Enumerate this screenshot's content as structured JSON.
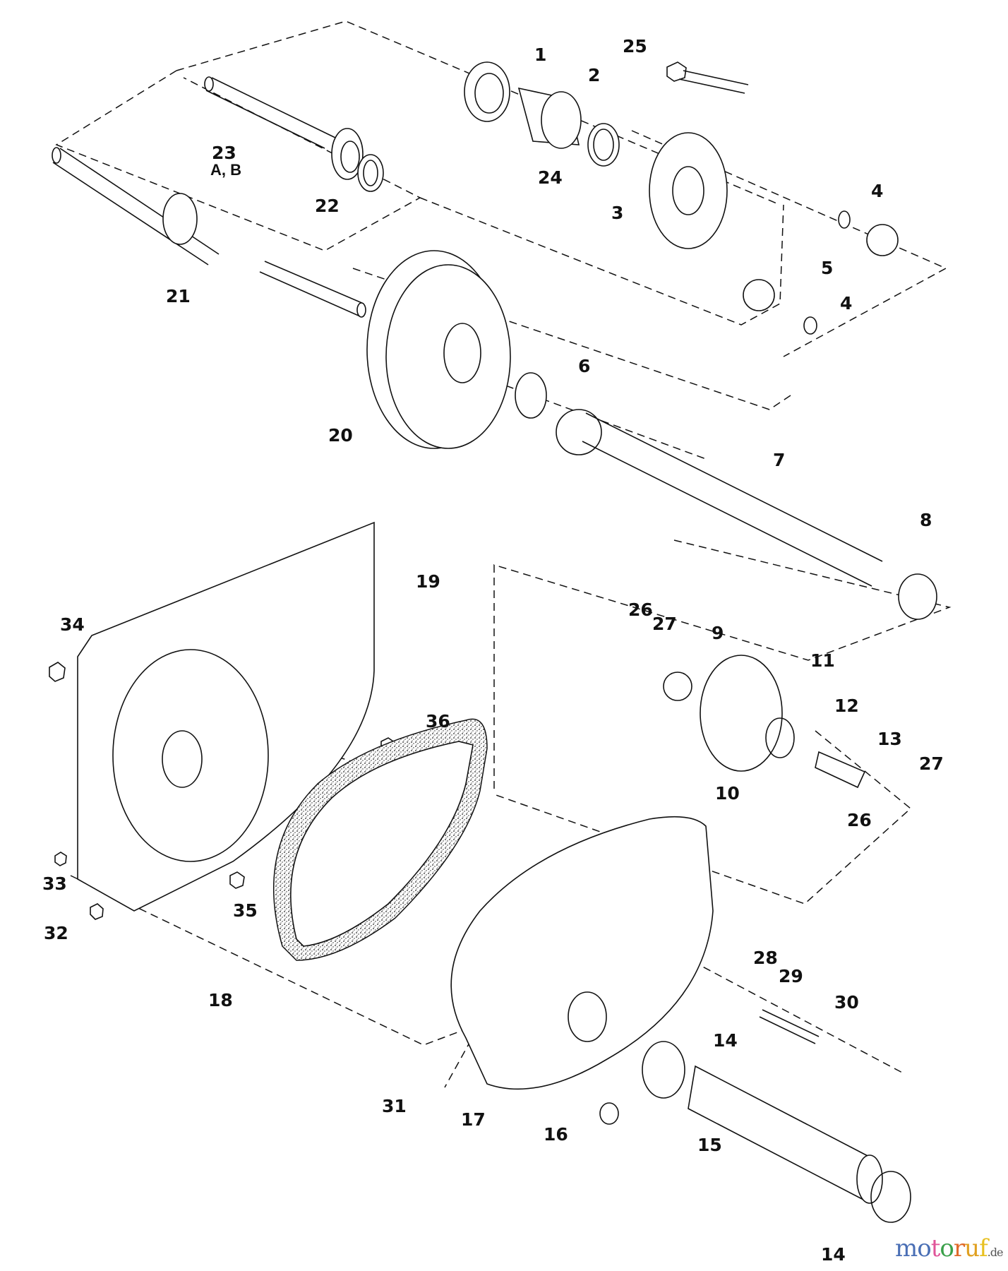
{
  "diagram": {
    "type": "exploded-parts-view",
    "callouts": [
      {
        "id": "1",
        "label": "1"
      },
      {
        "id": "2",
        "label": "2"
      },
      {
        "id": "3",
        "label": "3"
      },
      {
        "id": "4a",
        "label": "4"
      },
      {
        "id": "4b",
        "label": "4"
      },
      {
        "id": "5",
        "label": "5"
      },
      {
        "id": "6",
        "label": "6"
      },
      {
        "id": "7",
        "label": "7"
      },
      {
        "id": "8",
        "label": "8"
      },
      {
        "id": "9",
        "label": "9"
      },
      {
        "id": "10",
        "label": "10"
      },
      {
        "id": "11",
        "label": "11"
      },
      {
        "id": "12",
        "label": "12"
      },
      {
        "id": "13",
        "label": "13"
      },
      {
        "id": "14a",
        "label": "14"
      },
      {
        "id": "14b",
        "label": "14"
      },
      {
        "id": "15",
        "label": "15"
      },
      {
        "id": "16",
        "label": "16"
      },
      {
        "id": "17",
        "label": "17"
      },
      {
        "id": "18",
        "label": "18"
      },
      {
        "id": "19",
        "label": "19"
      },
      {
        "id": "20",
        "label": "20"
      },
      {
        "id": "21",
        "label": "21"
      },
      {
        "id": "22",
        "label": "22"
      },
      {
        "id": "23",
        "label": "23",
        "sublabel": "A, B"
      },
      {
        "id": "24",
        "label": "24"
      },
      {
        "id": "25",
        "label": "25"
      },
      {
        "id": "26a",
        "label": "26"
      },
      {
        "id": "26b",
        "label": "26"
      },
      {
        "id": "27a",
        "label": "27"
      },
      {
        "id": "27b",
        "label": "27"
      },
      {
        "id": "28",
        "label": "28"
      },
      {
        "id": "29",
        "label": "29"
      },
      {
        "id": "30",
        "label": "30"
      },
      {
        "id": "31",
        "label": "31"
      },
      {
        "id": "32",
        "label": "32"
      },
      {
        "id": "33",
        "label": "33"
      },
      {
        "id": "34",
        "label": "34"
      },
      {
        "id": "35",
        "label": "35"
      },
      {
        "id": "36",
        "label": "36"
      }
    ]
  },
  "watermark": {
    "letters": [
      {
        "ch": "m",
        "color": "#4a6fb5"
      },
      {
        "ch": "o",
        "color": "#4a6fb5"
      },
      {
        "ch": "t",
        "color": "#e0559a"
      },
      {
        "ch": "o",
        "color": "#3aa04a"
      },
      {
        "ch": "r",
        "color": "#e06a2a"
      },
      {
        "ch": "u",
        "color": "#e0a020"
      },
      {
        "ch": "f",
        "color": "#e8c020"
      }
    ],
    "suffix": ".de"
  }
}
